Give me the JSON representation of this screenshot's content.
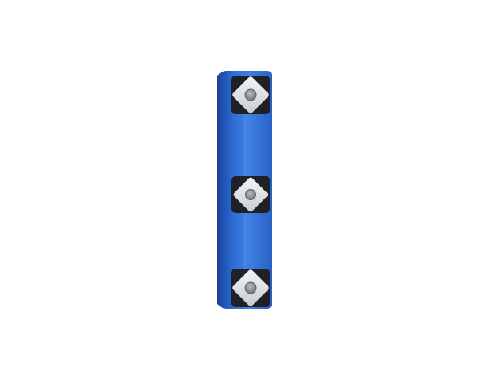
{
  "image": {
    "subject": "blue-bar-with-three-square-mounting-terminals",
    "colors": {
      "body": "#2f6fd6",
      "body_dark": "#1c4fae",
      "body_highlight": "#5a93ee",
      "terminal_frame": "#1e2126",
      "terminal_plate": "#e6e8ec",
      "terminal_hole": "#8b9097",
      "background": "#ffffff"
    },
    "terminals": [
      {
        "name": "top-terminal"
      },
      {
        "name": "middle-terminal"
      },
      {
        "name": "bottom-terminal"
      }
    ]
  }
}
